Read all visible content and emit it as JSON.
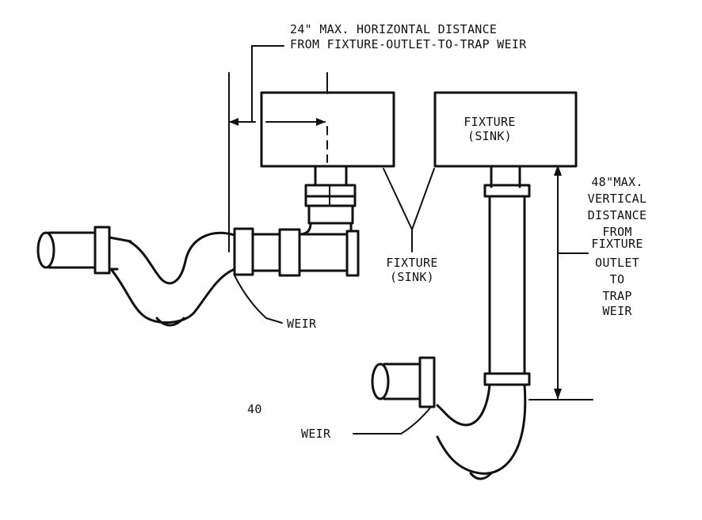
{
  "labels": {
    "horizontal_line1": "24\" MAX. HORIZONTAL DISTANCE",
    "horizontal_line2": "FROM FIXTURE-OUTLET-TO-TRAP WEIR",
    "fixture_right_line1": "FIXTURE",
    "fixture_right_line2": "(SINK)",
    "fixture_center_line1": "FIXTURE",
    "fixture_center_line2": "(SINK)",
    "vertical": [
      "48\"MAX.",
      "VERTICAL",
      "DISTANCE",
      "FROM",
      "FIXTURE",
      "OUTLET",
      "TO",
      "TRAP",
      "WEIR"
    ],
    "weir_left": "WEIR",
    "weir_bottom": "WEIR",
    "page_number": "40"
  }
}
